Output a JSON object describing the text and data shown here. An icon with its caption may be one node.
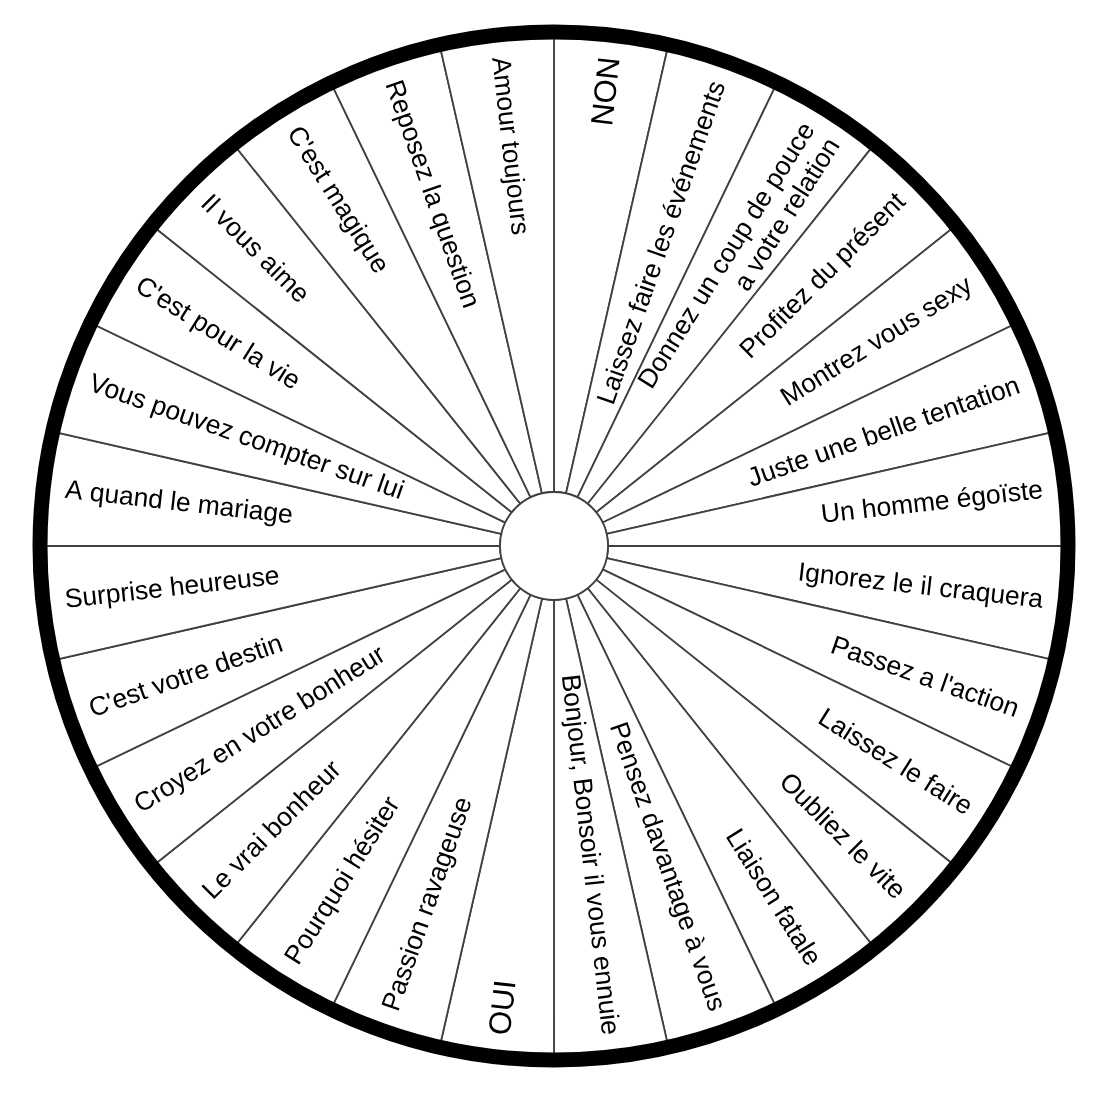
{
  "diagram": {
    "nodes": [
      {
        "text": [
          "NON"
        ]
      },
      {
        "text": [
          "Laissez faire les événements"
        ]
      },
      {
        "text": [
          "Donnez un coup de pouce a votre relation"
        ]
      },
      {
        "text": [
          "Profitez du présent"
        ]
      },
      {
        "text": [
          "Montrez vous sexy"
        ]
      },
      {
        "text": [
          "Juste une belle tentation"
        ]
      },
      {
        "text": [
          "Un homme égoïste"
        ]
      },
      {
        "text": [
          "Ignorez le il craquera"
        ]
      },
      {
        "text": [
          "Passez a l'action"
        ]
      },
      {
        "text": [
          "Laissez le faire"
        ]
      },
      {
        "text": [
          "Oubliez le vite"
        ]
      },
      {
        "text": [
          "Liaison fatale"
        ]
      },
      {
        "text": [
          "Pensez davantage à vous"
        ]
      },
      {
        "text": [
          "Bonjour, Bonsoir il vous ennuie"
        ]
      },
      {
        "text": [
          "OUI"
        ]
      },
      {
        "text": [
          "Passion ravageuse"
        ]
      },
      {
        "text": [
          "Pourquoi hésiter"
        ]
      },
      {
        "text": [
          "Le vrai bonheur"
        ]
      },
      {
        "text": [
          "Croyez en votre bonheur"
        ]
      },
      {
        "text": [
          "C'est votre destin"
        ]
      },
      {
        "text": [
          "Surprise heureuse"
        ]
      },
      {
        "text": [
          "A quand le mariage"
        ]
      },
      {
        "text": [
          "Vous pouvez compter sur lui"
        ]
      },
      {
        "text": [
          "C'est pour la vie"
        ]
      },
      {
        "text": [
          "Il vous aime"
        ]
      },
      {
        "text": [
          "C'est magique"
        ]
      },
      {
        "text": [
          "Reposez la question"
        ]
      },
      {
        "text": [
          "Amour toujours"
        ]
      }
    ]
  }
}
